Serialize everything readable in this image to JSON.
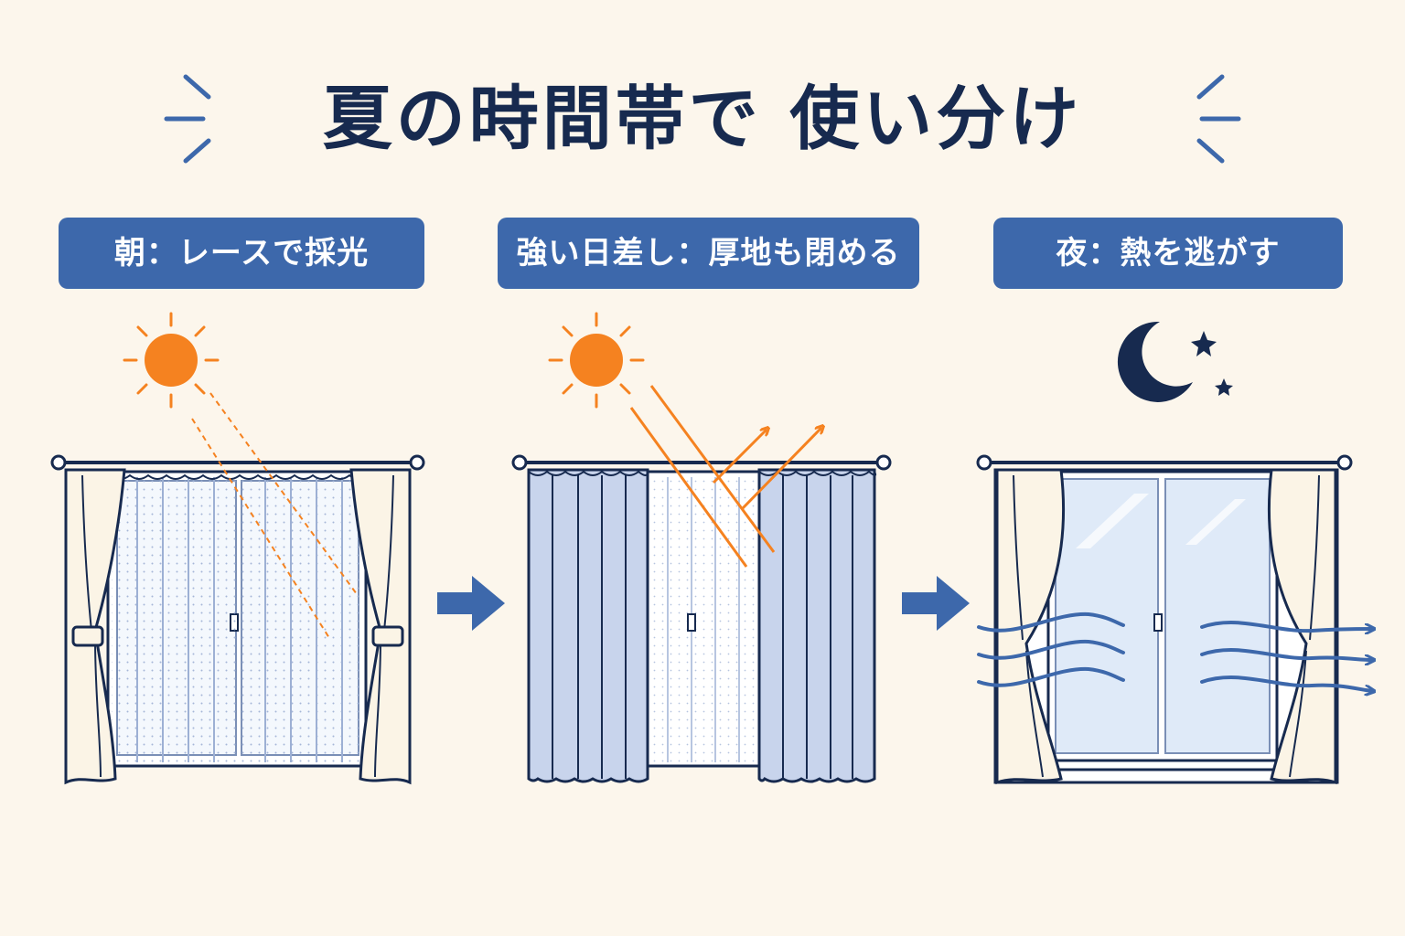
{
  "title": "夏の時間帯で 使い分け",
  "panels": [
    {
      "label": "朝：レースで採光"
    },
    {
      "label": "強い日差し：厚地も閉める"
    },
    {
      "label": "夜：熱を逃がす"
    }
  ],
  "colors": {
    "background": "#fcf6ec",
    "navy": "#172a4f",
    "label_blue": "#3d68ab",
    "sun_orange": "#f58220",
    "curtain_blue": "#c8d4ec",
    "glass_blue": "#dfeaf8",
    "wind_blue": "#3d68ab"
  },
  "icons": {
    "sun": "sun-icon",
    "moon": "crescent-moon-icon",
    "star": "star-icon",
    "arrow": "right-arrow-icon"
  }
}
